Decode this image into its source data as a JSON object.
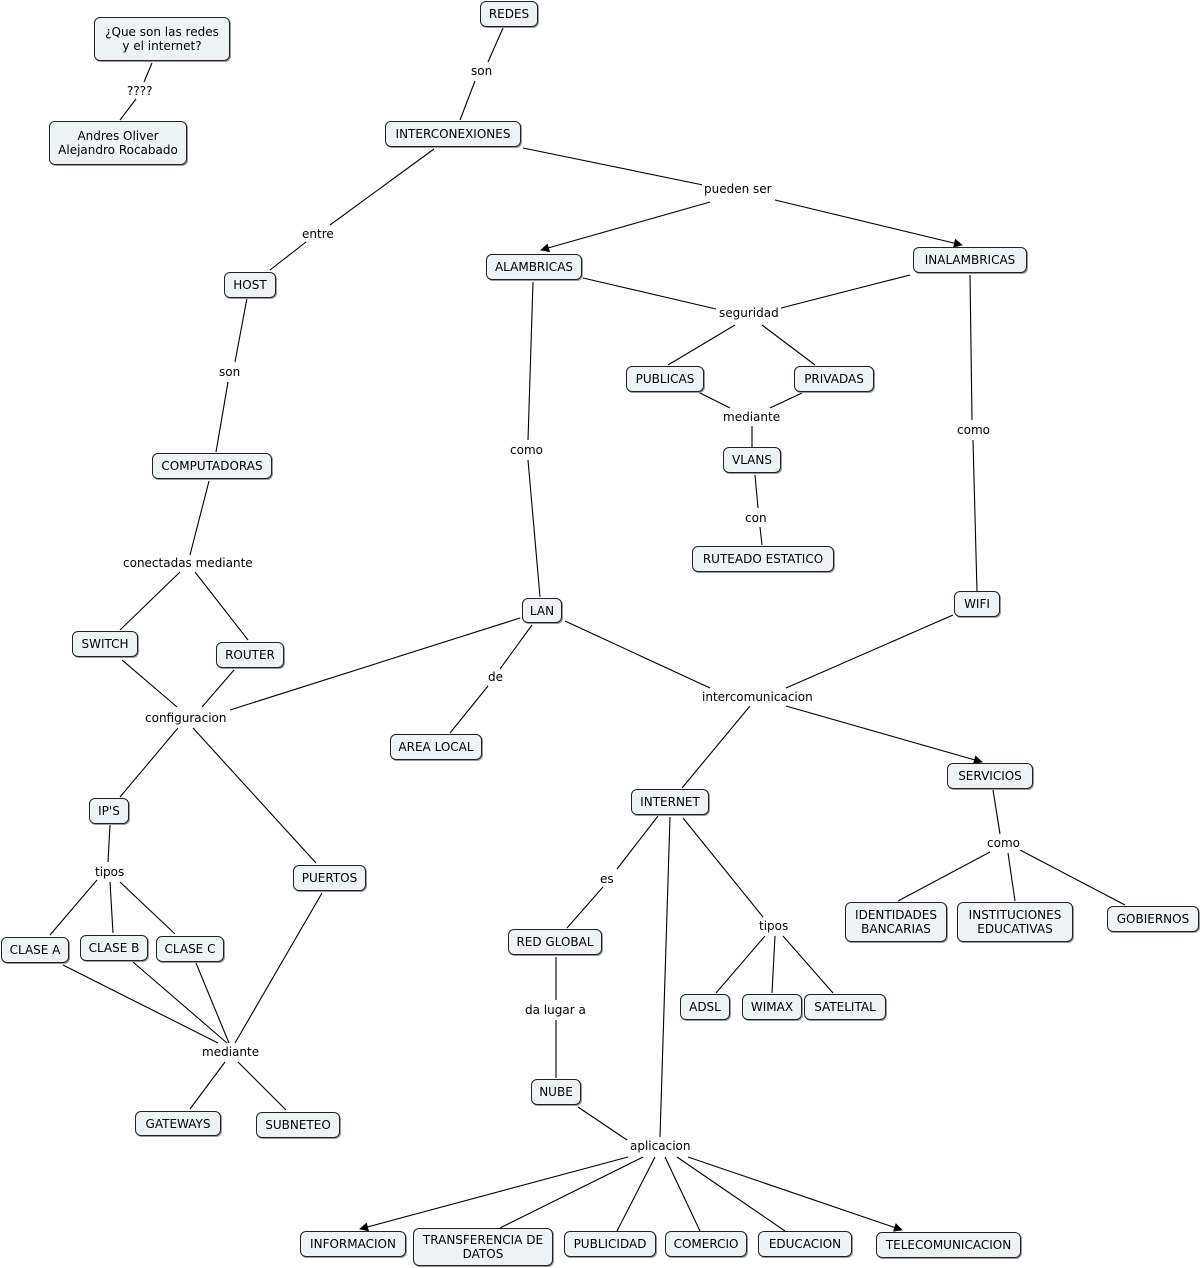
{
  "concepts": {
    "redes": "REDES",
    "pregunta": "¿Que son las redes\ny el internet?",
    "autores": "Andres Oliver\nAlejandro Rocabado",
    "interconexiones": "INTERCONEXIONES",
    "host": "HOST",
    "alambricas": "ALAMBRICAS",
    "inalambricas": "INALAMBRICAS",
    "publicas": "PUBLICAS",
    "privadas": "PRIVADAS",
    "vlans": "VLANS",
    "ruteado": "RUTEADO ESTATICO",
    "computadoras": "COMPUTADORAS",
    "switch": "SWITCH",
    "router": "ROUTER",
    "lan": "LAN",
    "wifi": "WIFI",
    "area_local": "AREA LOCAL",
    "ips": "IP'S",
    "puertos": "PUERTOS",
    "clase_a": "CLASE A",
    "clase_b": "CLASE B",
    "clase_c": "CLASE C",
    "gateways": "GATEWAYS",
    "subneteo": "SUBNETEO",
    "internet": "INTERNET",
    "servicios": "SERVICIOS",
    "identidades": "IDENTIDADES\nBANCARIAS",
    "instituciones": "INSTITUCIONES\nEDUCATIVAS",
    "gobiernos": "GOBIERNOS",
    "red_global": "RED GLOBAL",
    "adsl": "ADSL",
    "wimax": "WIMAX",
    "satelital": "SATELITAL",
    "nube": "NUBE",
    "informacion": "INFORMACION",
    "transferencia": "TRANSFERENCIA DE\nDATOS",
    "publicidad": "PUBLICIDAD",
    "comercio": "COMERCIO",
    "educacion": "EDUCACION",
    "telecomunicacion": "TELECOMUNICACION"
  },
  "linking_phrases": {
    "son_1": "son",
    "cuestion": "????",
    "entre": "entre",
    "pueden_ser": "pueden ser",
    "seguridad": "seguridad",
    "son_2": "son",
    "mediante_1": "mediante",
    "como_1": "como",
    "como_2": "como",
    "con": "con",
    "conectadas": "conectadas mediante",
    "configuracion": "configuracion",
    "de": "de",
    "intercomunicacion": "intercomunicacion",
    "tipos_1": "tipos",
    "mediante_2": "mediante",
    "es": "es",
    "tipos_2": "tipos",
    "como_3": "como",
    "da_lugar": "da lugar a",
    "aplicacion": "aplicacion"
  }
}
